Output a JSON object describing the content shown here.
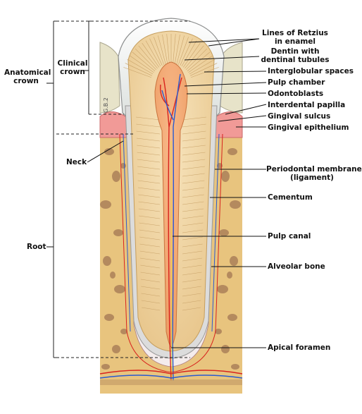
{
  "diagram": {
    "left_labels": {
      "anatomical_crown": "Anatomical\ncrown",
      "clinical_crown": "Clinical\ncrown",
      "neck": "Neck",
      "root": "Root"
    },
    "right_labels": [
      "Lines of Retzius\nin enamel",
      "Dentin with\ndentinal tubules",
      "Interglobular spaces",
      "Pulp chamber",
      "Odontoblasts",
      "Interdental papilla",
      "Gingival sulcus",
      "Gingival epithelium",
      "Periodontal membrane\n(ligament)",
      "Cementum",
      "Pulp canal",
      "Alveolar bone",
      "Apical foramen"
    ],
    "artist_initials": "G.B.2",
    "colors": {
      "enamel": "#e8ecea",
      "dentin": "#f1d8a6",
      "pulp": "#f3a571",
      "bone": "#e7c27a",
      "bone_pore": "#b48a5e",
      "gum": "#f08c8c",
      "artery": "#d8231e",
      "vein": "#2a5bd0",
      "nerve": "#e6d84a"
    }
  }
}
